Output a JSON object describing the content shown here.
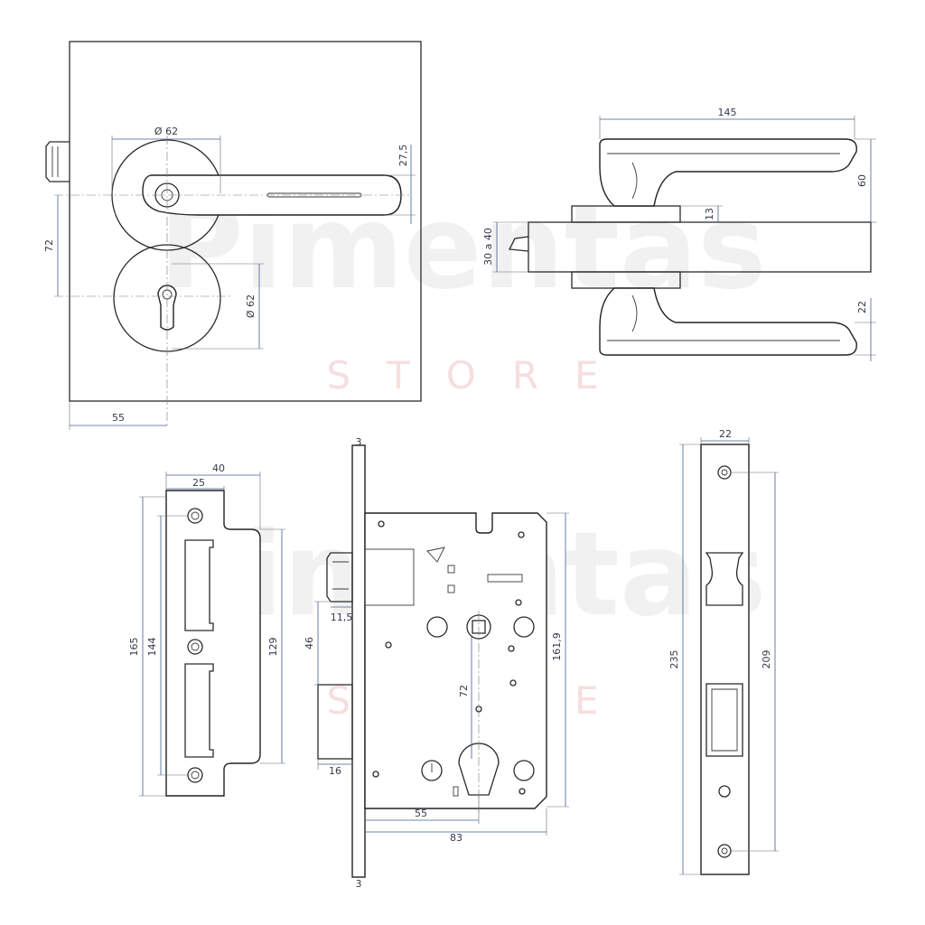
{
  "watermark": {
    "brand": "Pimentas",
    "sub": "STORE"
  },
  "colors": {
    "dimension": "#3e5f94",
    "outline": "#222222",
    "watermark_text": "#f1f1f1",
    "watermark_store": "#f7dede"
  },
  "front_view": {
    "rose_diameter": "Ø 62",
    "escutcheon_diameter": "Ø 62",
    "lever_height": "27,5",
    "center_distance": "72",
    "backset": "55"
  },
  "side_view": {
    "lever_length": "145",
    "lever_offset": "60",
    "door_thickness": "30 a 40",
    "rose_thickness": "13",
    "lever_width": "22"
  },
  "strike_plate": {
    "width_outer": "40",
    "width_inner": "25",
    "height_total": "165",
    "height_holes": "144",
    "height_strike": "129"
  },
  "lock_body": {
    "faceplate_thickness_top": "3",
    "faceplate_thickness_bottom": "3",
    "latch_projection": "11,5",
    "latch_height": "46",
    "bolt_projection": "16",
    "center_distance": "72",
    "case_height": "161,9",
    "backset": "55",
    "case_depth": "83"
  },
  "faceplate": {
    "width": "22",
    "height_total": "235",
    "hole_spacing": "209"
  }
}
